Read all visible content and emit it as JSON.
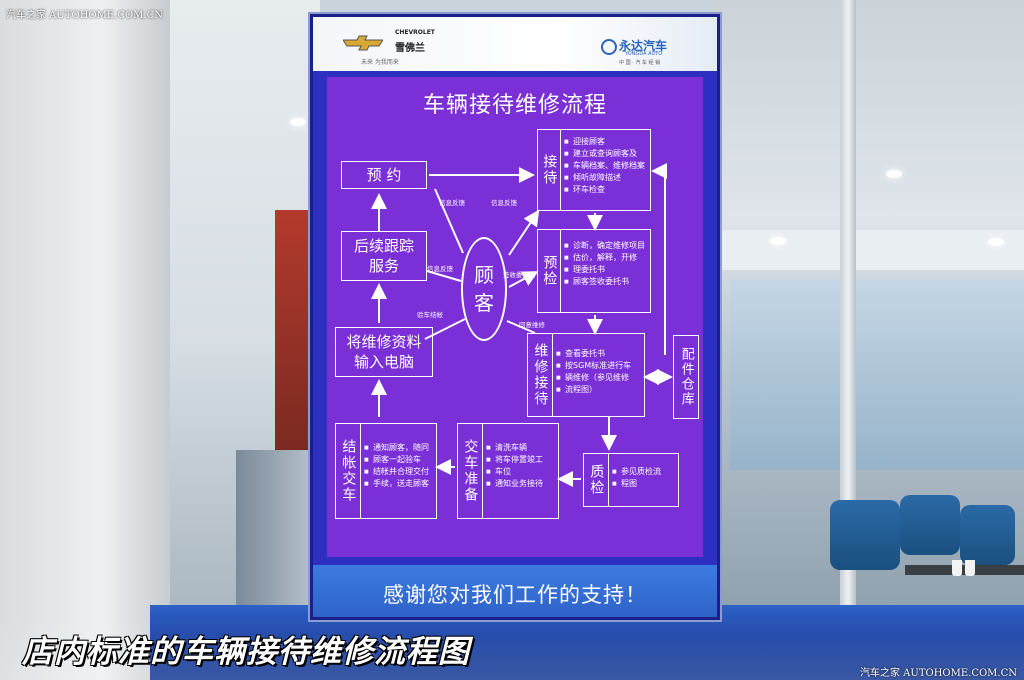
{
  "watermark": {
    "top_left": "汽车之家  AUTOHOME.COM.CN",
    "bottom_right": "汽车之家  AUTOHOME.COM.CN"
  },
  "caption": "店内标准的车辆接待维修流程图",
  "poster": {
    "brand_left_en": "CHEVROLET",
    "brand_left_cn": "雪佛兰",
    "brand_left_sub": "未来  为我而来",
    "brand_right_cn": "永达汽车",
    "brand_right_en": "YONGDA AUTO",
    "brand_right_sub": "中 国 · 汽 车 经 销",
    "title": "车辆接待维修流程",
    "footer": "感谢您对我们工作的支持！",
    "customer": [
      "顾",
      "客"
    ],
    "boxes": {
      "appointment": "预 约",
      "followup": [
        "后续跟踪",
        "服务"
      ],
      "data_entry": [
        "将维修资料",
        "输入电脑"
      ],
      "reception": {
        "label": "接待",
        "items": [
          "迎接顾客",
          "建立或查询顾客及",
          "车辆档案、维修档案",
          "倾听故障描述",
          "环车检查"
        ]
      },
      "precheck": {
        "label": "预检",
        "items": [
          "诊断，确定维修项目",
          "估价，解释，开修",
          "理委托书",
          "顾客签收委托书"
        ]
      },
      "repair": {
        "label": "维修接待",
        "items": [
          "查看委托书",
          "按SGM标准进行车",
          "辆维修（参见维修",
          "流程图）"
        ]
      },
      "parts": "配件仓库",
      "qc": {
        "label": "质检",
        "items": [
          "参见质检流",
          "程图"
        ]
      },
      "delivery_prep": {
        "label": "交车准备",
        "items": [
          "清洗车辆",
          "将车停置竣工",
          "车位",
          "通知业务接待"
        ]
      },
      "checkout": {
        "label": "结帐交车",
        "items": [
          "通知顾客，随同",
          "顾客一起验车",
          "结帐并合理交付",
          "手续，送走顾客"
        ]
      }
    },
    "arrow_labels": {
      "info1": "信息反馈",
      "info2": "信息反馈",
      "info3": "信息反馈",
      "sign": "签收委托书",
      "inspect": "验车结帐",
      "agree": "同意维修"
    }
  }
}
